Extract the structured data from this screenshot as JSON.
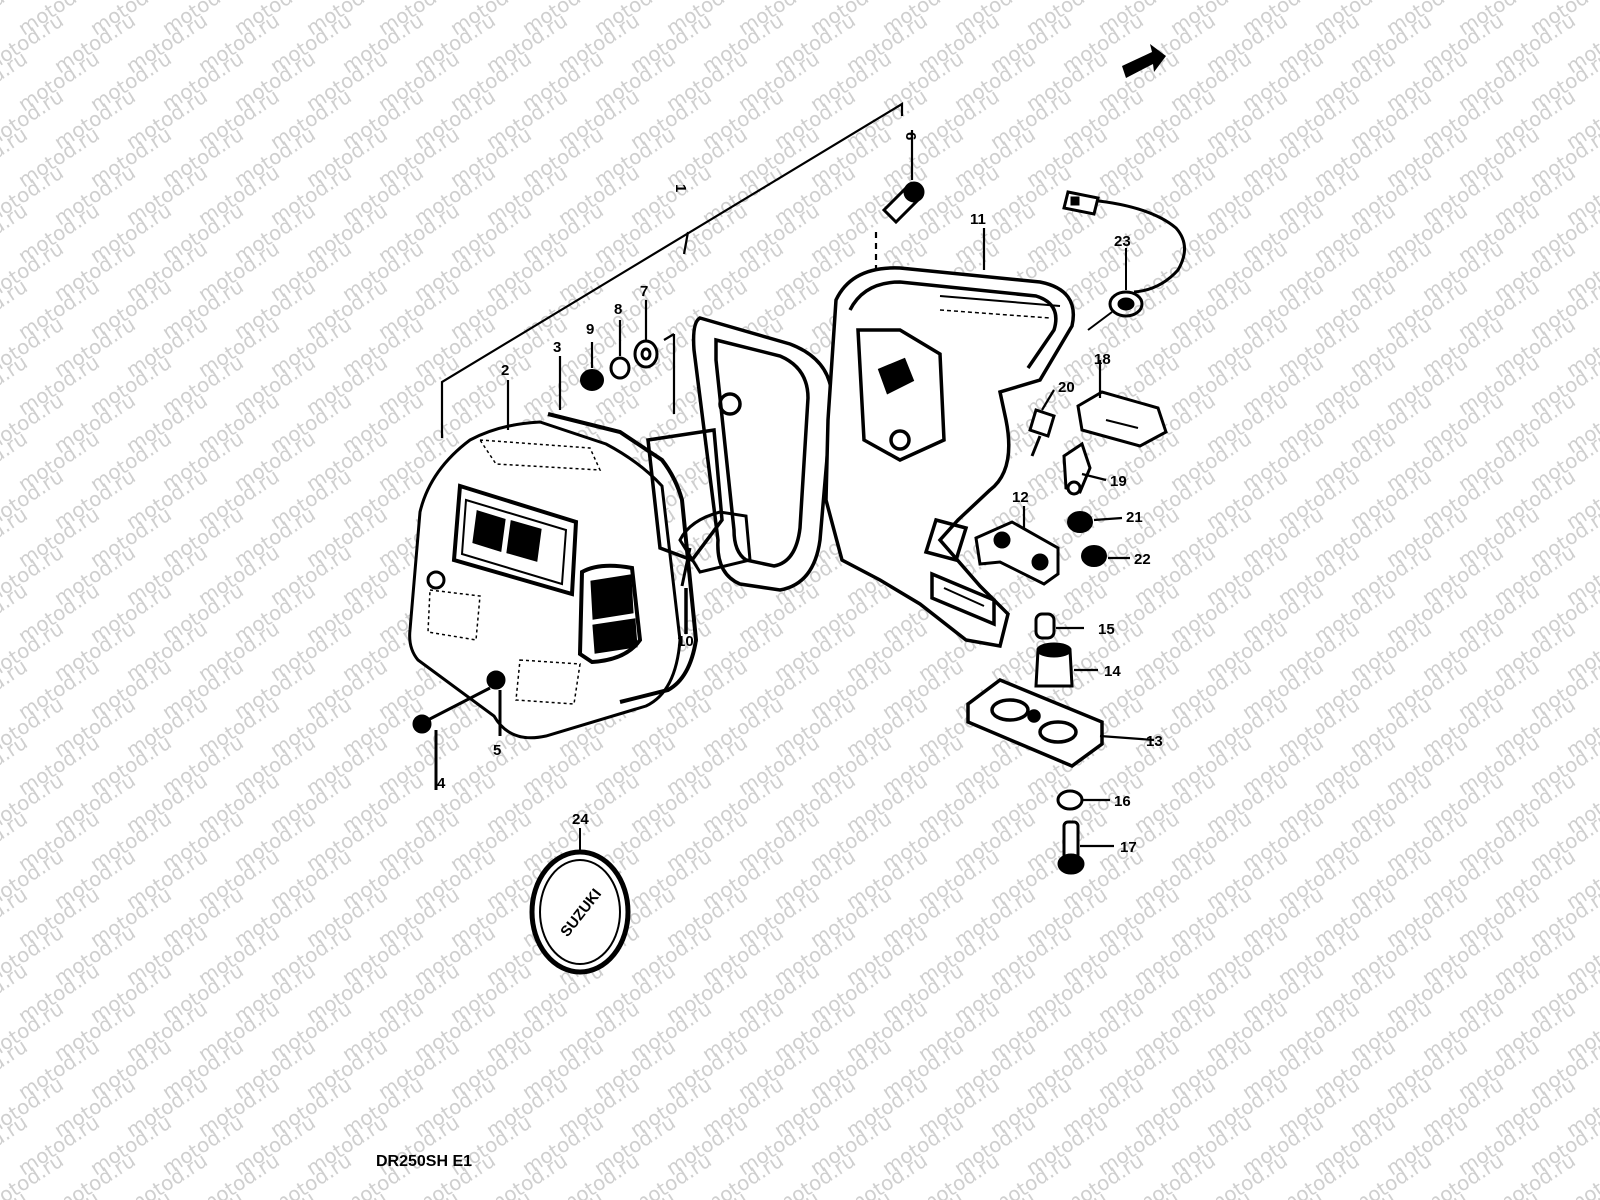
{
  "diagram": {
    "model_code": "DR250SH E1",
    "watermark": "motod.ru",
    "emblem_text": "SUZUKI",
    "callouts": [
      {
        "id": "1",
        "text": "1"
      },
      {
        "id": "2",
        "text": "2"
      },
      {
        "id": "3",
        "text": "3"
      },
      {
        "id": "4",
        "text": "4"
      },
      {
        "id": "5",
        "text": "5"
      },
      {
        "id": "6",
        "text": "6"
      },
      {
        "id": "7",
        "text": "7"
      },
      {
        "id": "8",
        "text": "8"
      },
      {
        "id": "9",
        "text": "9"
      },
      {
        "id": "10",
        "text": "10"
      },
      {
        "id": "11",
        "text": "11"
      },
      {
        "id": "12",
        "text": "12"
      },
      {
        "id": "13",
        "text": "13"
      },
      {
        "id": "14",
        "text": "14"
      },
      {
        "id": "15",
        "text": "15"
      },
      {
        "id": "16",
        "text": "16"
      },
      {
        "id": "17",
        "text": "17"
      },
      {
        "id": "18",
        "text": "18"
      },
      {
        "id": "19",
        "text": "19"
      },
      {
        "id": "20",
        "text": "20"
      },
      {
        "id": "21",
        "text": "21"
      },
      {
        "id": "22",
        "text": "22"
      },
      {
        "id": "23",
        "text": "23"
      },
      {
        "id": "24",
        "text": "24"
      }
    ]
  }
}
